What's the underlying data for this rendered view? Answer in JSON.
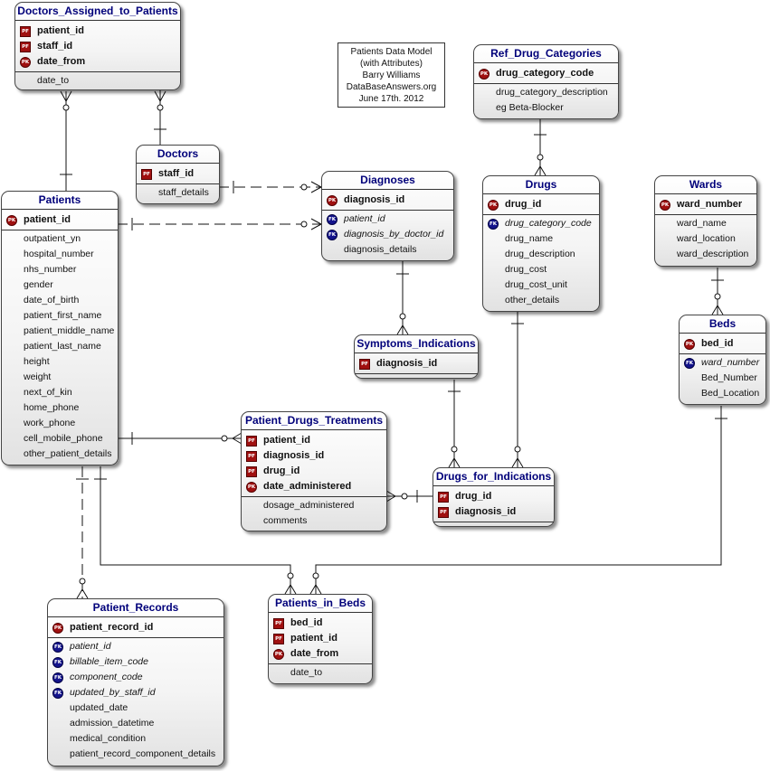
{
  "note": {
    "lines": [
      "Patients Data Model",
      "(with Attributes)",
      "Barry Williams",
      "DataBaseAnswers.org",
      "June 17th. 2012"
    ]
  },
  "entities": [
    {
      "name": "Doctors_Assigned_to_Patients",
      "key_attrs": [
        {
          "badge": "PF",
          "text": "patient_id"
        },
        {
          "badge": "PF",
          "text": "staff_id"
        },
        {
          "badge": "PK",
          "text": "date_from"
        }
      ],
      "attrs": [
        {
          "badge": "",
          "text": "date_to"
        }
      ]
    },
    {
      "name": "Doctors",
      "key_attrs": [
        {
          "badge": "PF",
          "text": "staff_id"
        }
      ],
      "attrs": [
        {
          "badge": "",
          "text": "staff_details"
        }
      ]
    },
    {
      "name": "Patients",
      "key_attrs": [
        {
          "badge": "PK",
          "text": "patient_id"
        }
      ],
      "attrs": [
        {
          "badge": "",
          "text": "outpatient_yn"
        },
        {
          "badge": "",
          "text": "hospital_number"
        },
        {
          "badge": "",
          "text": "nhs_number"
        },
        {
          "badge": "",
          "text": "gender"
        },
        {
          "badge": "",
          "text": "date_of_birth"
        },
        {
          "badge": "",
          "text": "patient_first_name"
        },
        {
          "badge": "",
          "text": "patient_middle_name"
        },
        {
          "badge": "",
          "text": "patient_last_name"
        },
        {
          "badge": "",
          "text": "height"
        },
        {
          "badge": "",
          "text": "weight"
        },
        {
          "badge": "",
          "text": "next_of_kin"
        },
        {
          "badge": "",
          "text": "home_phone"
        },
        {
          "badge": "",
          "text": "work_phone"
        },
        {
          "badge": "",
          "text": "cell_mobile_phone"
        },
        {
          "badge": "",
          "text": "other_patient_details"
        }
      ]
    },
    {
      "name": "Diagnoses",
      "key_attrs": [
        {
          "badge": "PK",
          "text": "diagnosis_id"
        }
      ],
      "attrs": [
        {
          "badge": "FK",
          "text": "patient_id"
        },
        {
          "badge": "FK",
          "text": "diagnosis_by_doctor_id"
        },
        {
          "badge": "",
          "text": "diagnosis_details"
        }
      ]
    },
    {
      "name": "Ref_Drug_Categories",
      "key_attrs": [
        {
          "badge": "PK",
          "text": "drug_category_code"
        }
      ],
      "attrs": [
        {
          "badge": "",
          "text": "drug_category_description"
        },
        {
          "badge": "",
          "text": "eg Beta-Blocker"
        }
      ]
    },
    {
      "name": "Drugs",
      "key_attrs": [
        {
          "badge": "PK",
          "text": "drug_id"
        }
      ],
      "attrs": [
        {
          "badge": "FK",
          "text": "drug_category_code"
        },
        {
          "badge": "",
          "text": "drug_name"
        },
        {
          "badge": "",
          "text": "drug_description"
        },
        {
          "badge": "",
          "text": "drug_cost"
        },
        {
          "badge": "",
          "text": "drug_cost_unit"
        },
        {
          "badge": "",
          "text": "other_details"
        }
      ]
    },
    {
      "name": "Wards",
      "key_attrs": [
        {
          "badge": "PK",
          "text": "ward_number"
        }
      ],
      "attrs": [
        {
          "badge": "",
          "text": "ward_name"
        },
        {
          "badge": "",
          "text": "ward_location"
        },
        {
          "badge": "",
          "text": "ward_description"
        }
      ]
    },
    {
      "name": "Beds",
      "key_attrs": [
        {
          "badge": "PK",
          "text": "bed_id"
        }
      ],
      "attrs": [
        {
          "badge": "FK",
          "text": "ward_number"
        },
        {
          "badge": "",
          "text": "Bed_Number"
        },
        {
          "badge": "",
          "text": "Bed_Location"
        }
      ]
    },
    {
      "name": "Symptoms_Indications",
      "key_attrs": [
        {
          "badge": "PF",
          "text": "diagnosis_id"
        }
      ],
      "attrs": []
    },
    {
      "name": "Patient_Drugs_Treatments",
      "key_attrs": [
        {
          "badge": "PF",
          "text": "patient_id"
        },
        {
          "badge": "PF",
          "text": "diagnosis_id"
        },
        {
          "badge": "PF",
          "text": "drug_id"
        },
        {
          "badge": "PK",
          "text": "date_administered"
        }
      ],
      "attrs": [
        {
          "badge": "",
          "text": "dosage_administered"
        },
        {
          "badge": "",
          "text": "comments"
        }
      ]
    },
    {
      "name": "Drugs_for_Indications",
      "key_attrs": [
        {
          "badge": "PF",
          "text": "drug_id"
        },
        {
          "badge": "PF",
          "text": "diagnosis_id"
        }
      ],
      "attrs": []
    },
    {
      "name": "Patient_Records",
      "key_attrs": [
        {
          "badge": "PK",
          "text": "patient_record_id"
        }
      ],
      "attrs": [
        {
          "badge": "FK",
          "text": "patient_id"
        },
        {
          "badge": "FK",
          "text": "billable_item_code"
        },
        {
          "badge": "FK",
          "text": "component_code"
        },
        {
          "badge": "FK",
          "text": "updated_by_staff_id"
        },
        {
          "badge": "",
          "text": "updated_date"
        },
        {
          "badge": "",
          "text": "admission_datetime"
        },
        {
          "badge": "",
          "text": "medical_condition"
        },
        {
          "badge": "",
          "text": "patient_record_component_details"
        }
      ]
    },
    {
      "name": "Patients_in_Beds",
      "key_attrs": [
        {
          "badge": "PF",
          "text": "bed_id"
        },
        {
          "badge": "PF",
          "text": "patient_id"
        },
        {
          "badge": "PK",
          "text": "date_from"
        }
      ],
      "attrs": [
        {
          "badge": "",
          "text": "date_to"
        }
      ]
    }
  ]
}
